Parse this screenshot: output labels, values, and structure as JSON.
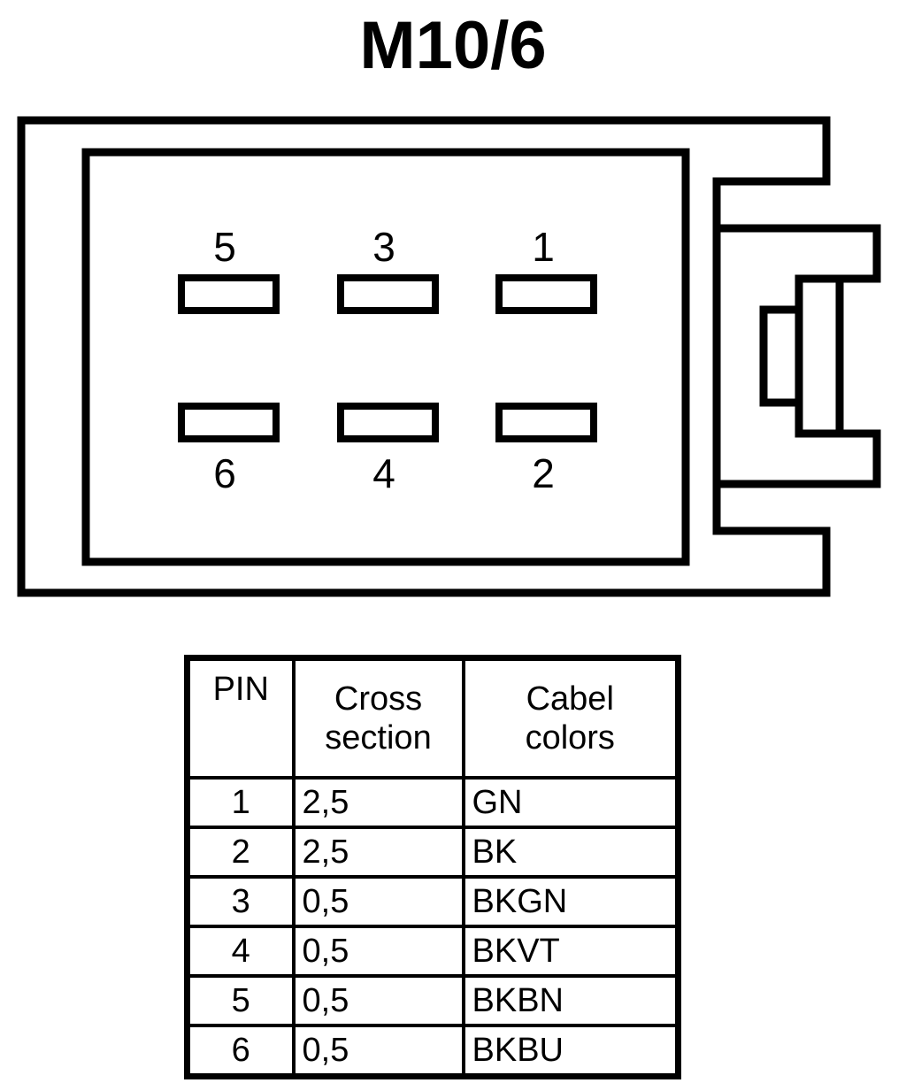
{
  "title": "M10/6",
  "connector": {
    "name": "connector-housing-diagram",
    "pin_labels_top": [
      "5",
      "3",
      "1"
    ],
    "pin_labels_bottom": [
      "6",
      "4",
      "2"
    ],
    "terminal_count": 6,
    "stroke_color": "#000000",
    "fill_color": "#ffffff"
  },
  "pin_table": {
    "headers": {
      "pin": "PIN",
      "cross_section_line1": "Cross",
      "cross_section_line2": "section",
      "cable_colors_line1": "Cabel",
      "cable_colors_line2": "colors"
    },
    "rows": [
      {
        "pin": "1",
        "cross_section": "2,5",
        "cable_color": "GN"
      },
      {
        "pin": "2",
        "cross_section": "2,5",
        "cable_color": "BK"
      },
      {
        "pin": "3",
        "cross_section": "0,5",
        "cable_color": "BKGN"
      },
      {
        "pin": "4",
        "cross_section": "0,5",
        "cable_color": "BKVT"
      },
      {
        "pin": "5",
        "cross_section": "0,5",
        "cable_color": "BKBN"
      },
      {
        "pin": "6",
        "cross_section": "0,5",
        "cable_color": "BKBU"
      }
    ]
  }
}
